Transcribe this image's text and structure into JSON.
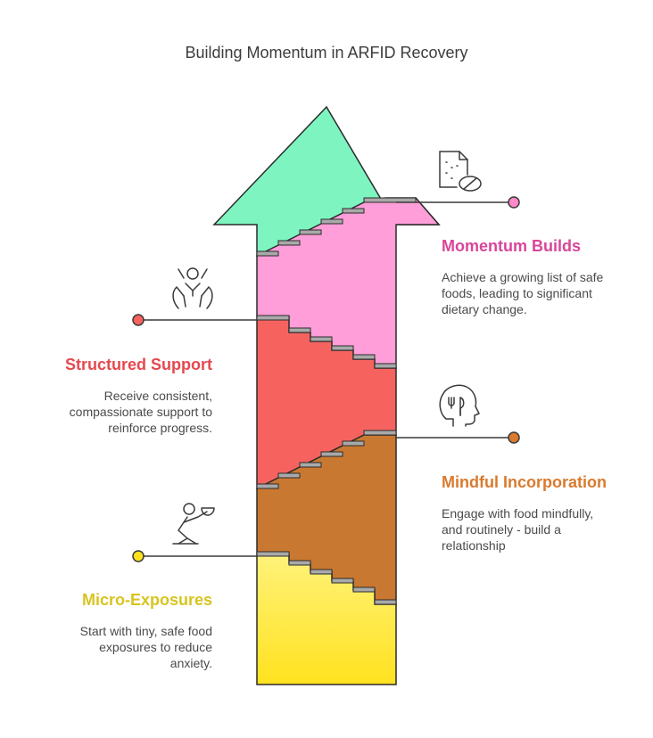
{
  "title": "Building Momentum in ARFID Recovery",
  "stages": [
    {
      "heading": "Momentum Builds",
      "description": "Achieve a growing list of safe foods, leading to significant dietary change.",
      "color": "#d9459a",
      "fill": "#ff9ed8",
      "icon": "food-document-icon"
    },
    {
      "heading": "Structured Support",
      "description": "Receive consistent, compassionate support to reinforce progress.",
      "color": "#e5484d",
      "fill": "#f6635f",
      "icon": "raised-hands-support-icon"
    },
    {
      "heading": "Mindful Incorporation",
      "description": "Engage with food mindfully, and routinely - build a relationship",
      "color": "#d97a2e",
      "fill": "#c97831",
      "icon": "head-with-utensils-icon"
    },
    {
      "heading": "Micro-Exposures",
      "description": "Start with tiny, safe food exposures to reduce anxiety.",
      "color": "#d8c420",
      "fill": "#ffe21f",
      "icon": "kneeling-person-offering-icon"
    }
  ],
  "arrow_head_color": "#7ef5c0"
}
